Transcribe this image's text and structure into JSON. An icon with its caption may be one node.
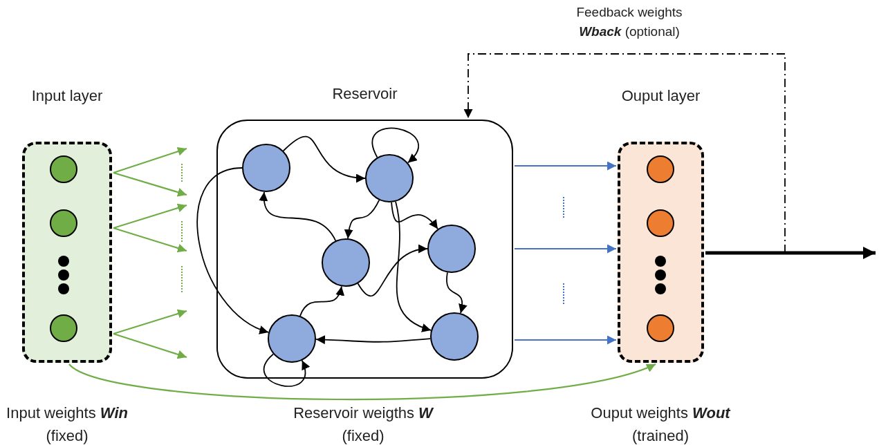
{
  "diagram": {
    "nodes": [
      {
        "text": [
          "Input layer"
        ]
      },
      {
        "text": [],
        "shape": "circle",
        "in": 0
      },
      {
        "text": [],
        "shape": "circle",
        "in": 0
      },
      {
        "text": [],
        "shape": "circle",
        "in": 0
      },
      {
        "text": [
          "Reservoir"
        ]
      },
      {
        "text": [],
        "shape": "circle",
        "in": 4
      },
      {
        "text": [],
        "shape": "circle",
        "in": 4
      },
      {
        "text": [],
        "shape": "circle",
        "in": 4
      },
      {
        "text": [],
        "shape": "circle",
        "in": 4
      },
      {
        "text": [],
        "shape": "circle",
        "in": 4
      },
      {
        "text": [],
        "shape": "circle",
        "in": 4
      },
      {
        "text": [
          "Ouput layer"
        ]
      },
      {
        "text": [],
        "shape": "circle",
        "in": 11
      },
      {
        "text": [],
        "shape": "circle",
        "in": 11
      },
      {
        "text": [],
        "shape": "circle",
        "in": 11
      }
    ],
    "edges": [
      {
        "from": 5,
        "to": 6,
        "arrow": "to"
      },
      {
        "from": 6,
        "to": 6,
        "arrow": "to"
      },
      {
        "from": 6,
        "to": 7,
        "arrow": "to"
      },
      {
        "from": 6,
        "to": 8,
        "arrow": "to"
      },
      {
        "from": 6,
        "to": 10,
        "arrow": "to"
      },
      {
        "from": 7,
        "to": 5,
        "arrow": "to"
      },
      {
        "from": 7,
        "to": 8,
        "arrow": "to"
      },
      {
        "from": 8,
        "to": 10,
        "arrow": "to"
      },
      {
        "from": 10,
        "to": 9,
        "arrow": "to"
      },
      {
        "from": 9,
        "to": 7,
        "arrow": "to"
      },
      {
        "from": 5,
        "to": 9,
        "arrow": "to"
      },
      {
        "from": 9,
        "to": 9,
        "arrow": "to"
      },
      {
        "from": 0,
        "to": null,
        "arrow": "to",
        "color": "#70ad47"
      },
      {
        "from": 0,
        "to": null,
        "arrow": "to",
        "color": "#70ad47"
      },
      {
        "from": 0,
        "to": null,
        "arrow": "to",
        "color": "#70ad47"
      },
      {
        "from": 0,
        "to": null,
        "arrow": "to",
        "color": "#70ad47"
      },
      {
        "from": 0,
        "to": null,
        "arrow": "to",
        "color": "#70ad47"
      },
      {
        "from": 0,
        "to": null,
        "arrow": "to",
        "color": "#70ad47"
      },
      {
        "from": 4,
        "to": 11,
        "arrow": "to",
        "color": "#4472c4"
      },
      {
        "from": 4,
        "to": 11,
        "arrow": "to",
        "color": "#4472c4"
      },
      {
        "from": 4,
        "to": 11,
        "arrow": "to",
        "color": "#4472c4"
      },
      {
        "from": 11,
        "to": null,
        "arrow": "to",
        "style": "thick"
      },
      {
        "from": null,
        "to": 4,
        "arrow": "to",
        "style": "dashed",
        "label": "Feedback weights **Wback** (optional)"
      },
      {
        "from": 0,
        "to": 11,
        "arrow": "to",
        "color": "#70ad47"
      }
    ],
    "labels": [
      "Input weights **Win** (fixed)",
      "Reservoir weigths **W** (fixed)",
      "Ouput weights **Wout** (trained)"
    ]
  }
}
